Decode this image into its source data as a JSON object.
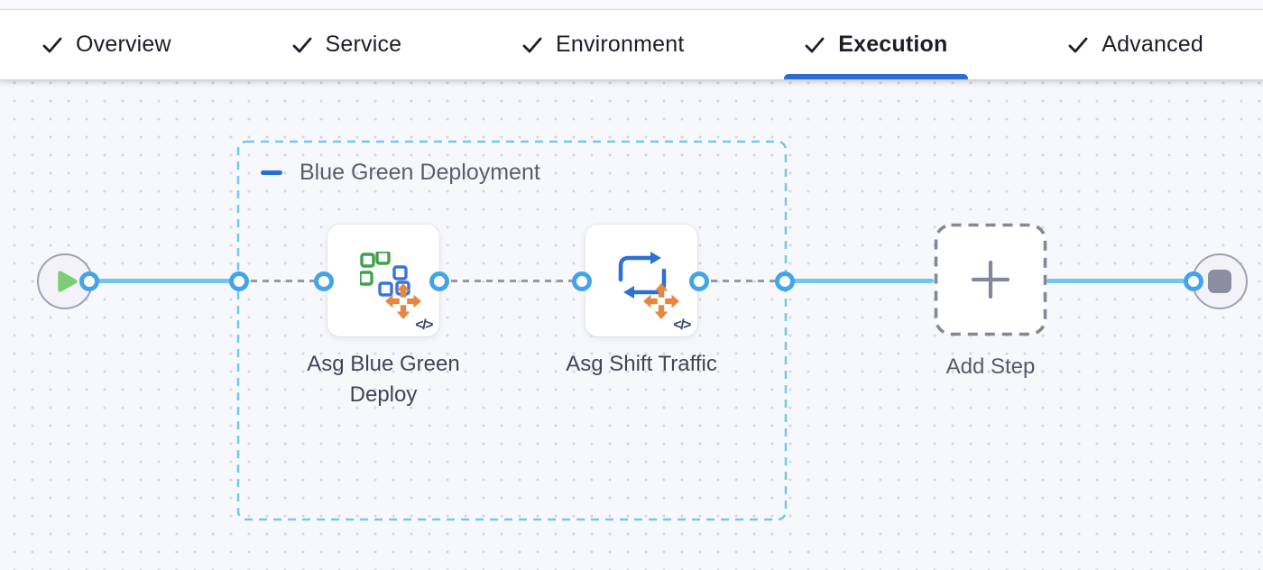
{
  "header": {
    "tabs": [
      {
        "label": "Overview",
        "icon": "check-icon",
        "active": false
      },
      {
        "label": "Service",
        "icon": "check-icon",
        "active": false
      },
      {
        "label": "Environment",
        "icon": "check-icon",
        "active": false
      },
      {
        "label": "Execution",
        "icon": "check-icon",
        "active": true
      },
      {
        "label": "Advanced",
        "icon": "check-icon",
        "active": false
      }
    ]
  },
  "pipeline": {
    "start_node": {
      "icon": "play-icon"
    },
    "end_node": {
      "icon": "stop-icon"
    },
    "group": {
      "label": "Blue Green Deployment",
      "collapse_icon": "minus-icon"
    },
    "steps": [
      {
        "label": "Asg Blue Green Deploy",
        "icon": "asg-squares-icon",
        "badge": "</>"
      },
      {
        "label": "Asg Shift Traffic",
        "icon": "swap-arrows-icon",
        "badge": "</>"
      }
    ],
    "add_step": {
      "label": "Add Step",
      "icon": "plus-icon"
    }
  },
  "colors": {
    "active_tab_underline": "#2d6cd2",
    "link_line_blue": "#6ec6f1",
    "port_ring_blue": "#42a5e9",
    "group_border_blue": "#74c8ec",
    "dashed_connector_gray": "#9597ac",
    "icon_green": "#3fa14b",
    "icon_blue": "#2e6fd6",
    "icon_orange": "#e8863e",
    "play_green": "#7dcd76",
    "stop_gray": "#8b8da1"
  }
}
